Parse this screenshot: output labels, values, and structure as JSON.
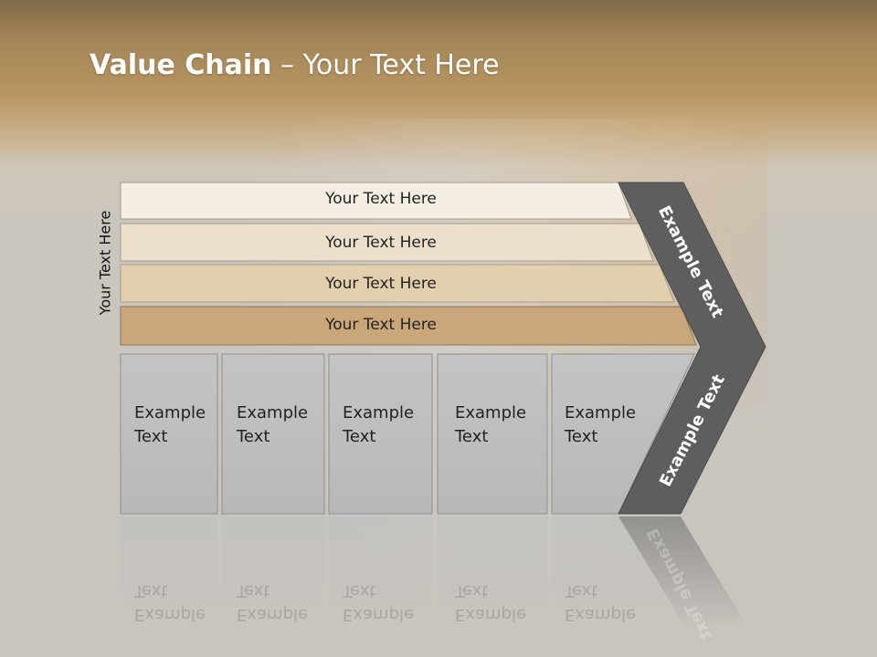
{
  "slide": {
    "title_bold": "Value Chain",
    "title_rest": " – Your Text Here",
    "side_label": "Your Text Here"
  },
  "rows": [
    {
      "label": "Your Text Here",
      "color": "#f5eee5"
    },
    {
      "label": "Your Text Here",
      "color": "#ece0cd"
    },
    {
      "label": "Your Text Here",
      "color": "#e2cfad"
    },
    {
      "label": "Your Text Here",
      "color": "#c9a77a"
    }
  ],
  "cells": [
    {
      "line1": "Example",
      "line2": "Text"
    },
    {
      "line1": "Example",
      "line2": "Text"
    },
    {
      "line1": "Example",
      "line2": "Text"
    },
    {
      "line1": "Example",
      "line2": "Text"
    },
    {
      "line1": "Example",
      "line2": "Text"
    }
  ],
  "chevron": {
    "top_label": "Example Text",
    "bottom_label": "Example Text",
    "color": "#5e5e5e"
  }
}
